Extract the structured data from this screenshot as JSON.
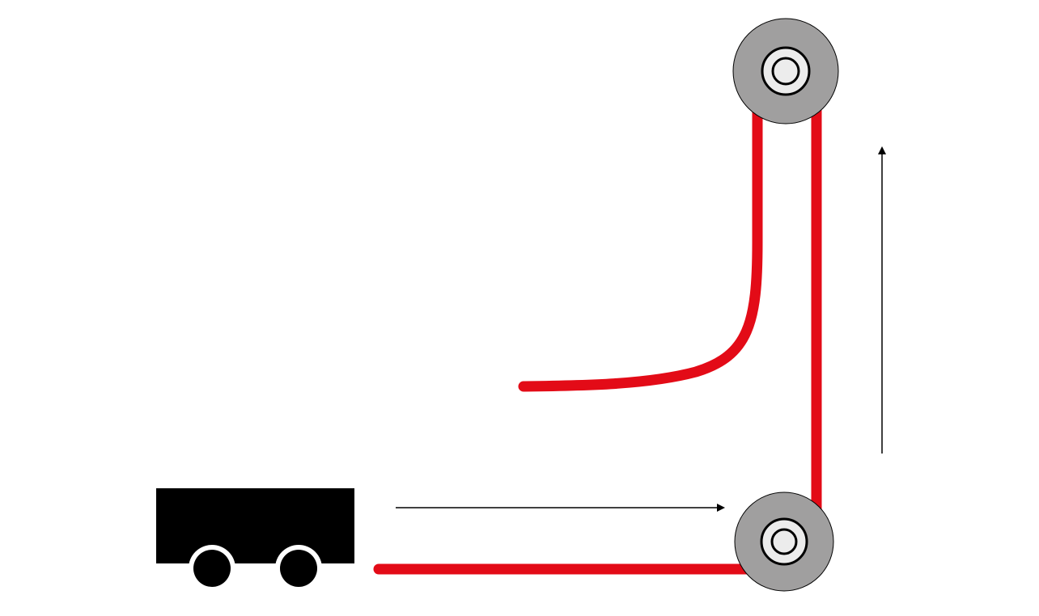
{
  "diagram": {
    "background": "#ffffff",
    "colors": {
      "rope": "#e30b17",
      "pulley_outer": "#a09f9f",
      "pulley_inner": "#ececec",
      "cart": "#000000",
      "arrow": "#000000",
      "outline": "#000000"
    },
    "elements": {
      "cart": {
        "icon": "cart-icon",
        "wheels": 2
      },
      "pulleys": [
        {
          "name": "top-pulley",
          "icon": "pulley-icon"
        },
        {
          "name": "bottom-pulley",
          "icon": "pulley-icon"
        }
      ],
      "arrows": [
        {
          "name": "horizontal-arrow",
          "direction": "right"
        },
        {
          "name": "vertical-arrow",
          "direction": "up"
        }
      ]
    }
  }
}
